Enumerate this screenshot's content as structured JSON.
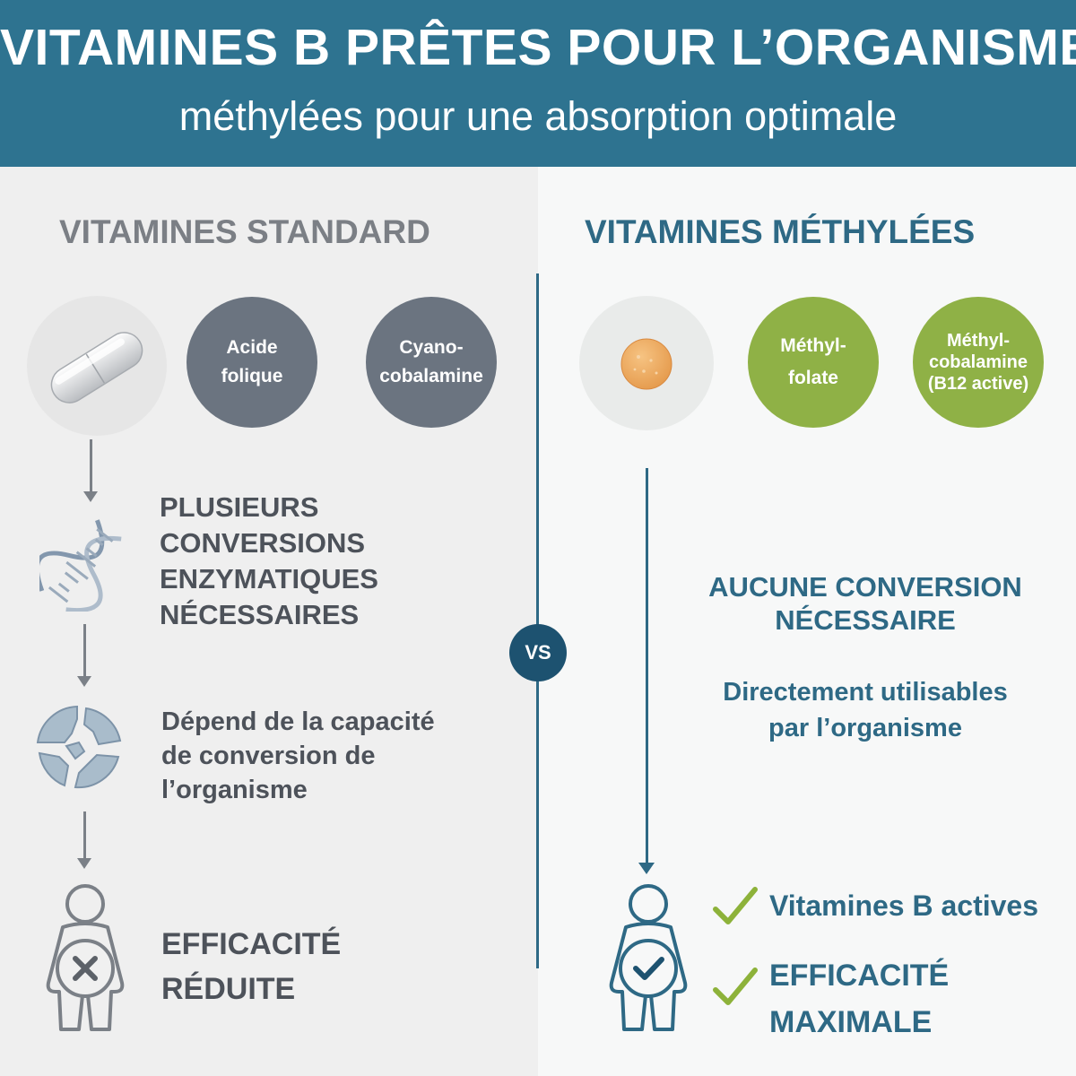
{
  "header": {
    "title": "VITAMINES B PRÊTES POUR L’ORGANISME",
    "subtitle": "méthylées pour une absorption optimale"
  },
  "left": {
    "heading": "VITAMINES STANDARD",
    "bubble_1": [
      "Acide",
      "folique"
    ],
    "bubble_2": [
      "Cyano-",
      "cobalamine"
    ],
    "step_1": [
      "PLUSIEURS",
      "CONVERSIONS",
      "ENZYMATIQUES",
      "NÉCESSAIRES"
    ],
    "step_2": [
      "Dépend de la capacité",
      "de conversion de",
      "l’organisme"
    ],
    "result": [
      "EFFICACITÉ",
      "RÉDUITE"
    ]
  },
  "vs": "VS",
  "right": {
    "heading": "VITAMINES MÉTHYLÉES",
    "bubble_1": [
      "Méthyl-",
      "folate"
    ],
    "bubble_2": [
      "Méthyl-",
      "cobalamine",
      "(B12 active)"
    ],
    "point_1": [
      "AUCUNE CONVERSION",
      "NÉCESSAIRE"
    ],
    "point_2": [
      "Directement utilisables",
      "par l’organisme"
    ],
    "check_1": "Vitamines B actives",
    "check_2": [
      "EFFICACITÉ",
      "MAXIMALE"
    ]
  },
  "colors": {
    "header_blue": "#2e7390",
    "accent_blue": "#2e6985",
    "gray_bubble": "#6b7480",
    "green_bubble": "#8fb146",
    "check_green": "#8db23a"
  },
  "icons": [
    "capsule-icon",
    "dna-icon",
    "broken-circle-icon",
    "person-x-icon",
    "tablet-icon",
    "person-check-icon",
    "checkmark-icon"
  ]
}
